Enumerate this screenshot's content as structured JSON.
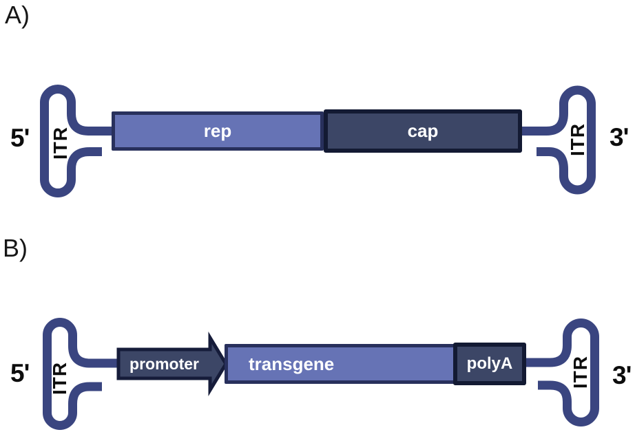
{
  "figure": {
    "description": "Two-panel schematic of AAV genomes flanked by ITR hairpins",
    "panel_a": {
      "label": "A)",
      "five_prime": "5'",
      "three_prime": "3'",
      "itr_left": "ITR",
      "itr_right": "ITR",
      "genes": [
        {
          "label": "rep",
          "style": "light"
        },
        {
          "label": "cap",
          "style": "dark"
        }
      ]
    },
    "panel_b": {
      "label": "B)",
      "five_prime": "5'",
      "three_prime": "3'",
      "itr_left": "ITR",
      "itr_right": "ITR",
      "elements": [
        {
          "label": "promoter",
          "style": "dark-arrow"
        },
        {
          "label": "transgene",
          "style": "light"
        },
        {
          "label": "polyA",
          "style": "dark"
        }
      ]
    }
  },
  "colors": {
    "strand": "#3A4580",
    "gene_light_fill": "#6673B5",
    "gene_light_border": "#28305C",
    "gene_dark_fill": "#3C4666",
    "gene_dark_border": "#131A33",
    "arrow_border": "#161C3A",
    "label_text": "#0d0d0d",
    "box_text": "#ffffff"
  }
}
